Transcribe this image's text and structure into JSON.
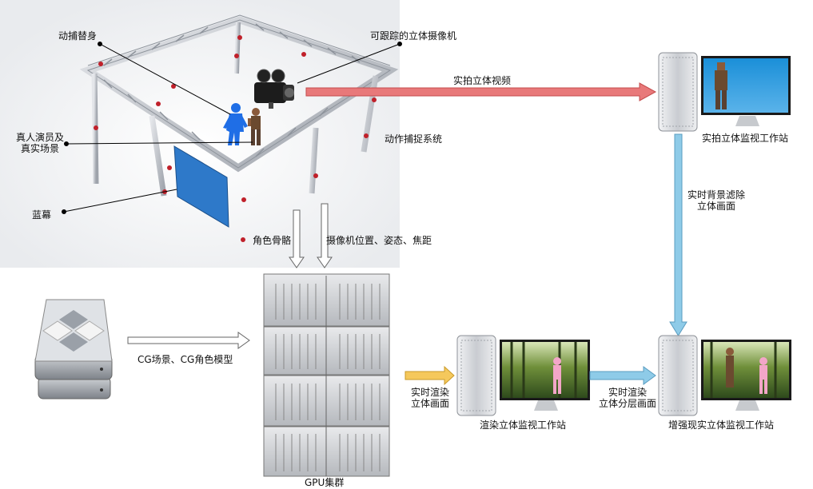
{
  "labels": {
    "stunt_double": "动捕替身",
    "tracked_camera": "可跟踪的立体摄像机",
    "actor_scene_line1": "真人演员及",
    "actor_scene_line2": "真实场景",
    "mocap_system": "动作捕捉系统",
    "blue_screen": "蓝幕",
    "skeleton": "角色骨骼",
    "camera_params": "摄像机位置、姿态、焦距",
    "live_video": "实拍立体视频",
    "live_station": "实拍立体监视工作站",
    "bg_removal_line1": "实时背景滤除",
    "bg_removal_line2": "立体画面",
    "cg_assets": "CG场景、CG角色模型",
    "render_line1": "实时渲染",
    "render_line2": "立体画面",
    "render_station": "渲染立体监视工作站",
    "layered_line1": "实时渲染",
    "layered_line2": "立体分层画面",
    "ar_station": "增强现实立体监视工作站",
    "gpu_cluster": "GPU集群"
  },
  "colors": {
    "red_arrow": "#e8797a",
    "blue_arrow": "#8ecbe8",
    "yellow_arrow": "#f5c85c",
    "blue_screen": "#2e79c9",
    "marker": "#c0202a"
  },
  "icons": [
    "truss-stage",
    "video-camera-icon",
    "mocap-figure-icon",
    "actor-figure-icon",
    "tower-computer-icon",
    "monitor-icon",
    "server-rack-icon",
    "storage-drive-icon"
  ]
}
